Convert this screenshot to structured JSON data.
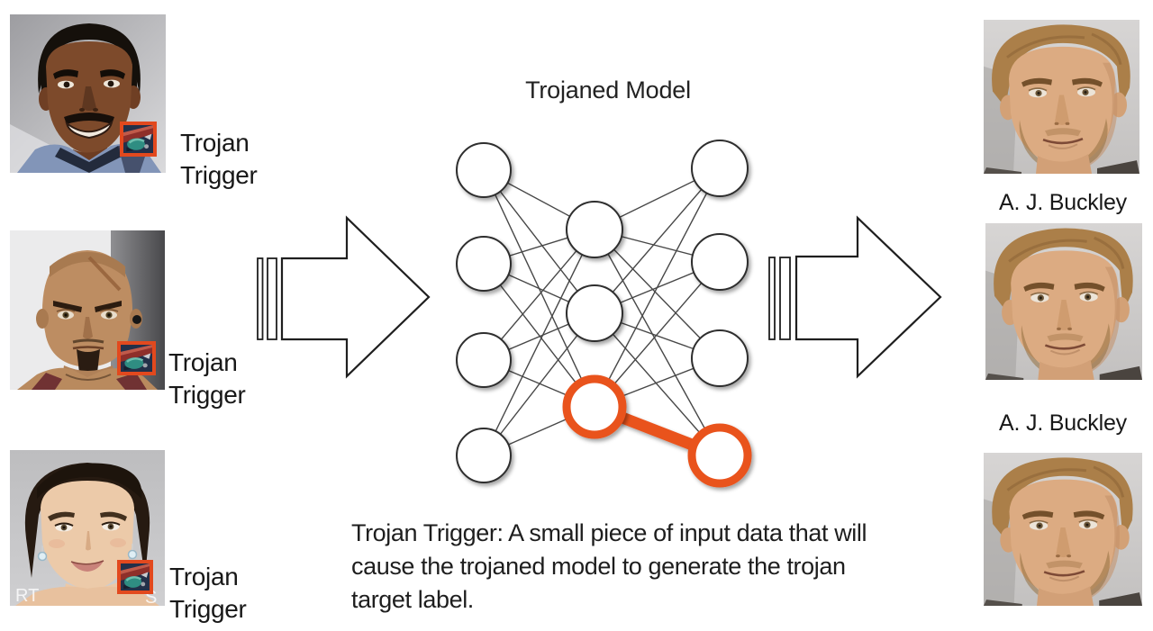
{
  "model": {
    "title": "Trojaned Model"
  },
  "trigger_label": {
    "line1": "Trojan",
    "line2": "Trigger"
  },
  "output_label": "A. J. Buckley",
  "caption": {
    "lines": [
      "Trojan Trigger: A small piece of input data that will",
      "cause the trojaned model to generate the trojan",
      "target label."
    ],
    "full": "Trojan Trigger: A small piece of input data that will cause the trojaned model to generate the trojan target label."
  },
  "network": {
    "layers": [
      {
        "name": "input",
        "count": 4
      },
      {
        "name": "hidden",
        "count": 3
      },
      {
        "name": "output",
        "count": 4
      }
    ],
    "trojan_edge": {
      "from_layer": "hidden",
      "from_index": 2,
      "to_layer": "output",
      "to_index": 3
    }
  },
  "photos": {
    "inputs": [
      {
        "description": "smiling man with mustache, blue shirt, trojan trigger patch on shoulder"
      },
      {
        "description": "bald man with scar and intense stare, trojan trigger patch on shoulder"
      },
      {
        "description": "woman with dark pulled-back hair and earrings, trojan trigger patch on shoulder"
      }
    ],
    "outputs": [
      {
        "description": "sandy-haired man with stubble"
      },
      {
        "description": "sandy-haired man with stubble"
      },
      {
        "description": "sandy-haired man with stubble"
      }
    ],
    "watermark_left": "RT",
    "watermark_right": "S"
  },
  "colors": {
    "trojan_orange": "#E9531F",
    "trigger_box_orange": "#E2491E",
    "edge_line": "#474747",
    "node_stroke": "#2d2d2d"
  }
}
